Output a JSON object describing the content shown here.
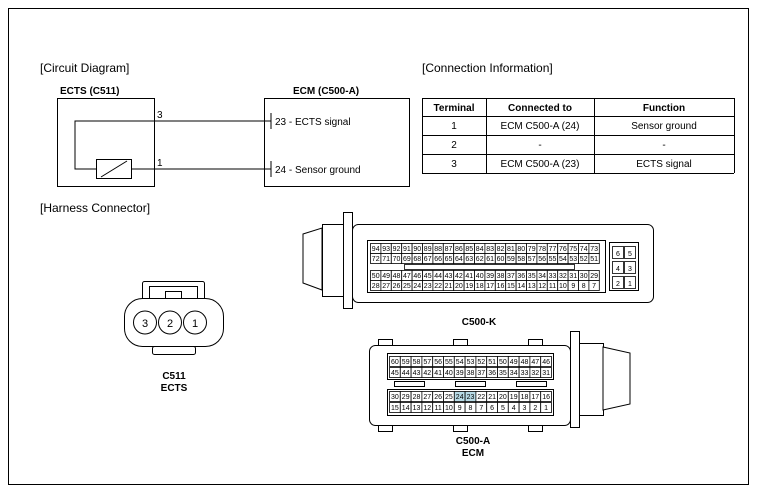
{
  "circuit": {
    "section_title": "[Circuit Diagram]",
    "ects_label": "ECTS (C511)",
    "ecm_label": "ECM (C500-A)",
    "pin_top": "3",
    "pin_bottom": "1",
    "ecm_pin_signal": "23 - ECTS signal",
    "ecm_pin_ground": "24 - Sensor ground"
  },
  "connection": {
    "section_title": "[Connection Information]",
    "headers": [
      "Terminal",
      "Connected to",
      "Function"
    ],
    "rows": [
      [
        "1",
        "ECM C500-A (24)",
        "Sensor ground"
      ],
      [
        "2",
        "-",
        "-"
      ],
      [
        "3",
        "ECM C500-A (23)",
        "ECTS signal"
      ]
    ]
  },
  "harness": {
    "section_title": "[Harness Connector]",
    "c511": {
      "pins": [
        "3",
        "2",
        "1"
      ],
      "label_line1": "C511",
      "label_line2": "ECTS"
    },
    "c500k": {
      "label": "C500-K",
      "rows": [
        [
          "94",
          "93",
          "92",
          "91",
          "90",
          "89",
          "88",
          "87",
          "86",
          "85",
          "84",
          "83",
          "82",
          "81",
          "80",
          "79",
          "78",
          "77",
          "76",
          "75",
          "74",
          "73"
        ],
        [
          "72",
          "71",
          "70",
          "69",
          "68",
          "67",
          "66",
          "65",
          "64",
          "63",
          "62",
          "61",
          "60",
          "59",
          "58",
          "57",
          "56",
          "55",
          "54",
          "53",
          "52",
          "51"
        ],
        [
          "50",
          "49",
          "48",
          "47",
          "46",
          "45",
          "44",
          "43",
          "42",
          "41",
          "40",
          "39",
          "38",
          "37",
          "36",
          "35",
          "34",
          "33",
          "32",
          "31",
          "30",
          "29"
        ],
        [
          "28",
          "27",
          "26",
          "25",
          "24",
          "23",
          "22",
          "21",
          "20",
          "19",
          "18",
          "17",
          "16",
          "15",
          "14",
          "13",
          "12",
          "11",
          "10",
          "9",
          "8",
          "7"
        ]
      ],
      "side_pins": [
        [
          "6",
          "5"
        ],
        [
          "4",
          "3"
        ],
        [
          "2",
          "1"
        ]
      ]
    },
    "c500a": {
      "label_line1": "C500-A",
      "label_line2": "ECM",
      "rows": [
        [
          "60",
          "59",
          "58",
          "57",
          "56",
          "55",
          "54",
          "53",
          "52",
          "51",
          "50",
          "49",
          "48",
          "47",
          "46"
        ],
        [
          "45",
          "44",
          "43",
          "42",
          "41",
          "40",
          "39",
          "38",
          "37",
          "36",
          "35",
          "34",
          "33",
          "32",
          "31"
        ],
        [
          "30",
          "29",
          "28",
          "27",
          "26",
          "25",
          "24",
          "23",
          "22",
          "21",
          "20",
          "19",
          "18",
          "17",
          "16"
        ],
        [
          "15",
          "14",
          "13",
          "12",
          "11",
          "10",
          "9",
          "8",
          "7",
          "6",
          "5",
          "4",
          "3",
          "2",
          "1"
        ]
      ],
      "highlight": [
        "24",
        "23"
      ],
      "highlight_color": "#b8dbe6"
    }
  }
}
